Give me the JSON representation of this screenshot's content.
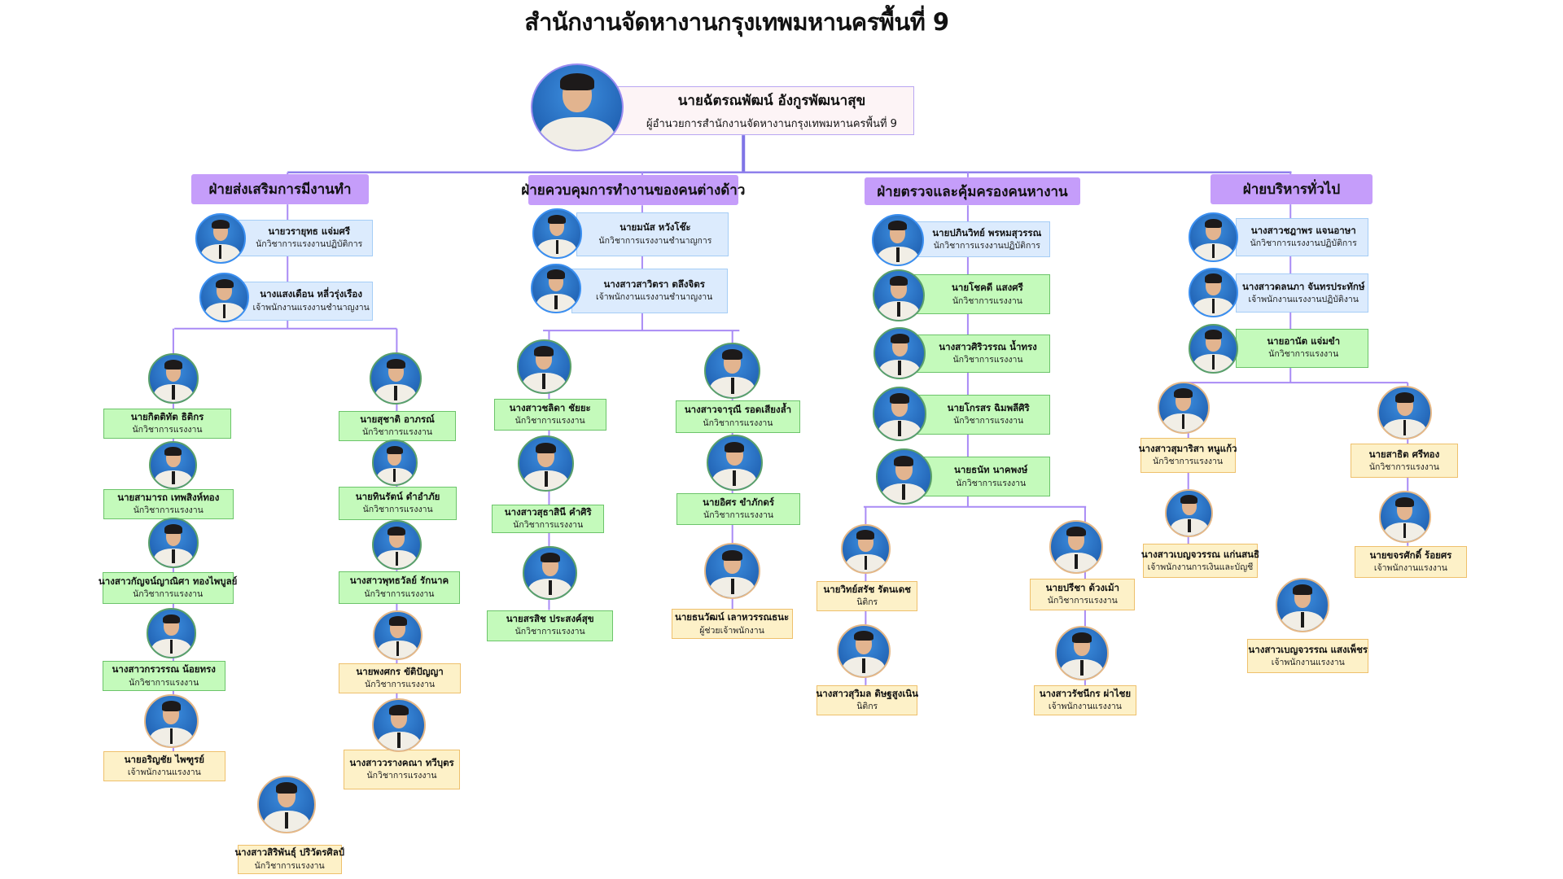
{
  "title": "สำนักงานจัดหางานกรุงเทพมหานครพื้นที่ 9",
  "director": {
    "name": "นายฉัตรณพัฒน์ อังกูรพัฒนาสุข",
    "position": "ผู้อำนวยการสำนักงานจัดหางานกรุงเทพมหานครพื้นที่ 9"
  },
  "departments": [
    {
      "name": "ฝ่ายส่งเสริมการมีงานทำ",
      "staff": [
        {
          "name": "นายวรายุทธ แจ่มศรี",
          "position": "นักวิชาการแรงงานปฏิบัติการ"
        },
        {
          "name": "นางแสงเดือน หลี่วรุ่งเรือง",
          "position": "เจ้าพนักงานแรงงานชำนาญงาน"
        },
        {
          "name": "นายกิตติทัต ธิติกร",
          "position": "นักวิชาการแรงงาน"
        },
        {
          "name": "นายสามารถ เทพสิงห์ทอง",
          "position": "นักวิชาการแรงงาน"
        },
        {
          "name": "นางสาวกัญจน์ญาณิศา ทองไพบูลย์",
          "position": "นักวิชาการแรงงาน"
        },
        {
          "name": "นางสาวกรวรรณ น้อยทรง",
          "position": "นักวิชาการแรงงาน"
        },
        {
          "name": "นายอริญชัย ไพฑูรย์",
          "position": "เจ้าพนักงานแรงงาน"
        },
        {
          "name": "นายสุชาติ อาภรณ์",
          "position": "นักวิชาการแรงงาน"
        },
        {
          "name": "นายทินรัตน์ ดำอำภัย",
          "position": "นักวิชาการแรงงาน"
        },
        {
          "name": "นางสาวพุทธวัลย์ รักนาค",
          "position": "นักวิชาการแรงงาน"
        },
        {
          "name": "นายพงศกร ขัติปัญญา",
          "position": "นักวิชาการแรงงาน"
        },
        {
          "name": "นางสาววรางคณา  ทวีบุตร",
          "position": "นักวิชาการแรงงาน"
        },
        {
          "name": "นางสาวสิริพันธุ์ ปริวัตรศิลป์",
          "position": "นักวิชาการแรงงาน"
        }
      ]
    },
    {
      "name": "ฝ่ายควบคุมการทำงานของคนต่างด้าว",
      "staff": [
        {
          "name": "นายมนัส หวังโช๊ะ",
          "position": "นักวิชาการแรงงานชำนาญการ"
        },
        {
          "name": "นางสาวสาวิตรา ตลึงจิตร",
          "position": "เจ้าพนักงานแรงงานชำนาญงาน"
        },
        {
          "name": "นางสาวชลิดา ชัยยะ",
          "position": "นักวิชาการแรงงาน"
        },
        {
          "name": "นางสาวสุธาสินี คำศิริ",
          "position": "นักวิชาการแรงงาน"
        },
        {
          "name": "นายสรสิช ประสงค์สุข",
          "position": "นักวิชาการแรงงาน"
        },
        {
          "name": "นางสาวจารุณี รอดเสียงล้ำ",
          "position": "นักวิชาการแรงงาน"
        },
        {
          "name": "นายอิศร ขำภักดร์",
          "position": "นักวิชาการแรงงาน"
        },
        {
          "name": "นายธนวัฒน์ เลาหวรรณธนะ",
          "position": "ผู้ช่วยเจ้าพนักงาน"
        }
      ]
    },
    {
      "name": "ฝ่ายตรวจและคุ้มครองคนหางาน",
      "staff": [
        {
          "name": "นายปภินวิทย์ พรหมสุวรรณ",
          "position": "นักวิชาการแรงงานปฏิบัติการ"
        },
        {
          "name": "นายโชคดี แสงศรี",
          "position": "นักวิชาการแรงงาน"
        },
        {
          "name": "นางสาวศิริวรรณ น้ำทรง",
          "position": "นักวิชาการแรงงาน"
        },
        {
          "name": "นายโกรสร ฉิมพลีศิริ",
          "position": "นักวิชาการแรงงาน"
        },
        {
          "name": "นายธนัท นาคพงษ์",
          "position": "นักวิชาการแรงงาน"
        },
        {
          "name": "นายวิทย์สรัช รัตนเดช",
          "position": "นิติกร"
        },
        {
          "name": "นางสาวสุวิมล ดิษฐสูงเนิน",
          "position": "นิติกร"
        },
        {
          "name": "นายปรีชา ด้วงเม้า",
          "position": "นักวิชาการแรงงาน"
        },
        {
          "name": "นางสาวรัชนีกร  ผ่าไชย",
          "position": "เจ้าพนักงานแรงงาน"
        }
      ]
    },
    {
      "name": "ฝ่ายบริหารทั่วไป",
      "staff": [
        {
          "name": "นางสาวชฎาพร แจนอาษา",
          "position": "นักวิชาการแรงงานปฏิบัติการ"
        },
        {
          "name": "นางสาวดลนภา จันทรประทักษ์",
          "position": "เจ้าพนักงานแรงงานปฏิบัติงาน"
        },
        {
          "name": "นายอานัต แจ่มขำ",
          "position": "นักวิชาการแรงงาน"
        },
        {
          "name": "นางสาวสุมาริสา  หนูแก้ว",
          "position": "นักวิชาการแรงงาน"
        },
        {
          "name": "นางสาวเบญจวรรณ แก่นสนธิ",
          "position": "เจ้าพนักงานการเงินและบัญชี"
        },
        {
          "name": "นายสาธิต ศรีทอง",
          "position": "นักวิชาการแรงงาน"
        },
        {
          "name": "นายขจรศักดิ์ ร้อยศร",
          "position": "เจ้าพนักงานแรงงาน"
        },
        {
          "name": "นางสาวเบญจวรรณ  แสงเพ็ชร",
          "position": "เจ้าพนักงานแรงงาน"
        }
      ]
    }
  ],
  "colors": {
    "department_header": "#c59dfa",
    "connector": "#a98bf5",
    "senior_card": "#dcebfd",
    "staff_card": "#c4fabb",
    "junior_card": "#fdf1c8"
  }
}
